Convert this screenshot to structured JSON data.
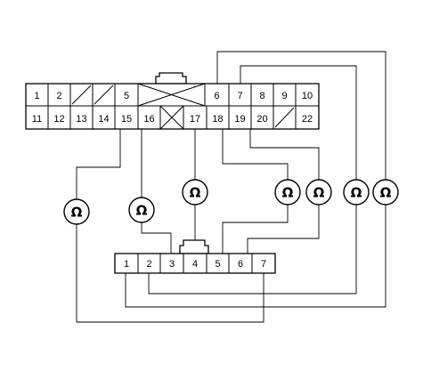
{
  "connector_a": {
    "top_row": [
      "1",
      "2",
      "",
      "",
      "5",
      "",
      "",
      "6",
      "7",
      "8",
      "9",
      "10"
    ],
    "bottom_row": [
      "11",
      "12",
      "13",
      "14",
      "15",
      "16",
      "",
      "17",
      "18",
      "19",
      "20",
      "",
      "22"
    ]
  },
  "connector_b": {
    "pins": [
      "1",
      "2",
      "3",
      "4",
      "5",
      "6",
      "7"
    ]
  },
  "meter_symbol": "Ω",
  "meter_count": 7
}
